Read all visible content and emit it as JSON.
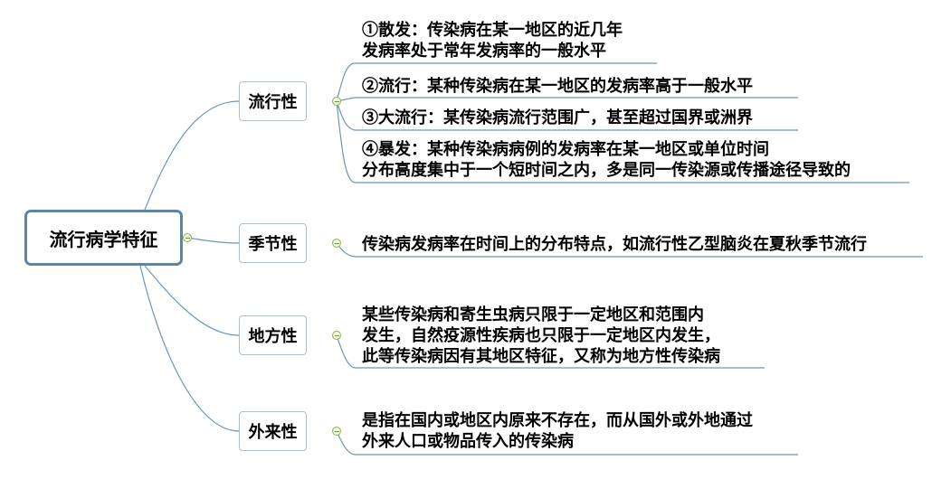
{
  "root": {
    "label": "流行病学特征"
  },
  "branches": [
    {
      "label": "流行性",
      "items": [
        {
          "lines": [
            "①散发：传染病在某一地区的近几年",
            "发病率处于常年发病率的一般水平"
          ]
        },
        {
          "lines": [
            "②流行：某种传染病在某一地区的发病率高于一般水平"
          ]
        },
        {
          "lines": [
            "③大流行：某传染病流行范围广，甚至超过国界或洲界"
          ]
        },
        {
          "lines": [
            "④暴发：某种传染病病例的发病率在某一地区或单位时间",
            "分布高度集中于一个短时间之内，多是同一传染源或传播途径导致的"
          ]
        }
      ]
    },
    {
      "label": "季节性",
      "items": [
        {
          "lines": [
            "传染病发病率在时间上的分布特点，如流行性乙型脑炎在夏秋季节流行"
          ]
        }
      ]
    },
    {
      "label": "地方性",
      "items": [
        {
          "lines": [
            "某些传染病和寄生虫病只限于一定地区和范围内",
            "发生，自然疫源性疾病也只限于一定地区内发生，",
            "此等传染病因有其地区特征，又称为地方性传染病"
          ]
        }
      ]
    },
    {
      "label": "外来性",
      "items": [
        {
          "lines": [
            "是指在国内或地区内原来不存在，而从国外或外地通过",
            "外来人口或物品传入的传染病"
          ]
        }
      ]
    }
  ]
}
